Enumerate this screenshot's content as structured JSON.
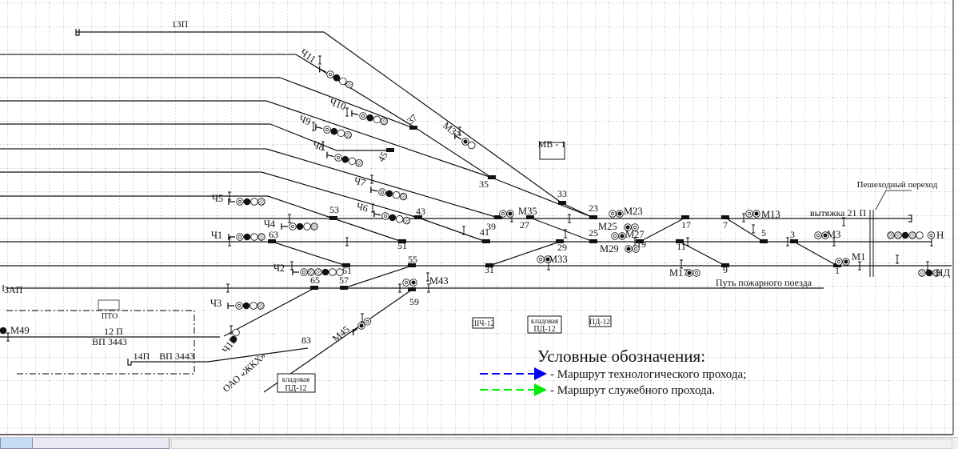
{
  "tracks": {
    "t13": "13П",
    "zap": "ЗАП",
    "vytyazhka": "вытяжка 21 П",
    "pozhar": "Путь пожарного поезда",
    "t12": "12 П",
    "vp1": "ВП 3443",
    "t14": "14П",
    "vp2": "ВП 3443",
    "n": "Н",
    "nd": "НД",
    "oao": "ОАО «ЖКХ»",
    "crossing": "Пешеходный переход"
  },
  "switches": {
    "s37": "37",
    "s45": "45",
    "s35": "35",
    "s33": "33",
    "s23": "23",
    "s53": "53",
    "s43": "43",
    "s39": "39",
    "s41": "41",
    "s51": "51",
    "s63": "63",
    "s61": "61",
    "s55": "55",
    "s57": "57",
    "s65": "65",
    "s59": "59",
    "s31": "31",
    "s29": "29",
    "s27": "27",
    "s25": "25",
    "s19": "19",
    "s17": "17",
    "s7": "7",
    "s5": "5",
    "s11": "11",
    "s9": "9",
    "s3": "3",
    "s1": "1",
    "s83": "83"
  },
  "signals": {
    "ch11": "Ч11",
    "ch10": "Ч10",
    "ch9": "Ч9",
    "ch8": "Ч8",
    "ch7": "Ч7",
    "ch6": "Ч6",
    "ch5": "Ч5",
    "ch4": "Ч4",
    "ch1": "Ч1",
    "ch2": "Ч2",
    "ch3": "Ч3",
    "ch12": "Ч12",
    "m37": "М37",
    "m35": "М35",
    "m23": "М23",
    "m25": "М25",
    "m27": "М27",
    "m29": "М29",
    "m13": "М13",
    "m3": "М3",
    "m1": "М1",
    "m33": "М33",
    "m43": "М43",
    "m45": "М45",
    "m17": "М17",
    "m49": "М49",
    "n": "",
    "nd": ""
  },
  "buildings": {
    "mv1": "МВ - 1",
    "pto": "ПТО",
    "kladovaya1": "кладовая",
    "pd12_1": "ПД-12",
    "shch12": "ШЧ-12",
    "kladovaya2": "кладовая",
    "pd12_2": "ПД-12",
    "pd12_3": "ПД-12"
  },
  "legend": {
    "title": "Условные обозначения:",
    "items": [
      {
        "label": "- Маршрут технологического прохода;",
        "color": "#0000ff"
      },
      {
        "label": "- Маршрут служебного прохода.",
        "color": "#00ee00"
      }
    ]
  },
  "colors": {
    "grid": "#b8b8b8",
    "track": "#111111",
    "track_gray": "#6e6e6e",
    "border": "#555555"
  }
}
